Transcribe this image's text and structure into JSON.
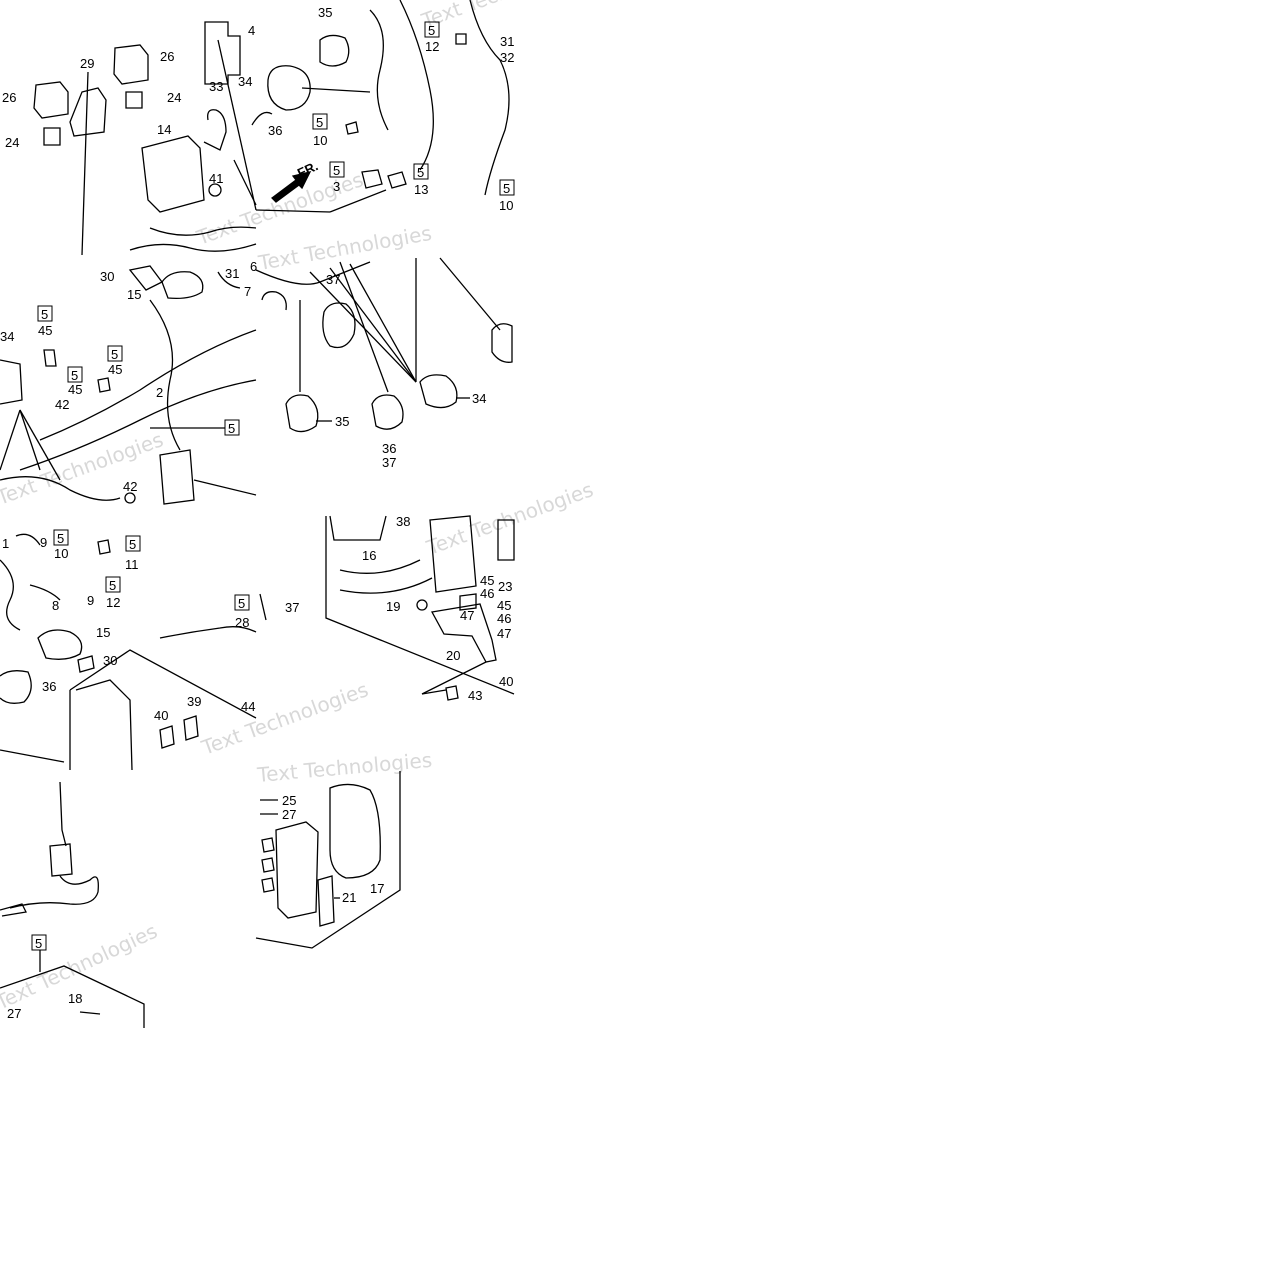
{
  "diagram": {
    "front_marker": "FR.",
    "watermark": "Text Technologies",
    "boxed_digit": "5",
    "labels": {
      "l1": "4",
      "l2": "35",
      "l3": "12",
      "l4": "31",
      "l5": "32",
      "l6": "26",
      "l7": "29",
      "l8": "26",
      "l9": "24",
      "l10": "24",
      "l11": "33",
      "l12": "14",
      "l13": "36",
      "l14": "10",
      "l15": "41",
      "l16": "3",
      "l17": "13",
      "l18": "10",
      "l19": "30",
      "l20": "15",
      "l21": "31",
      "l22": "37",
      "l23": "45",
      "l24": "45",
      "l25": "45",
      "l26": "42",
      "l27": "2",
      "l28": "34",
      "l29": "42",
      "l30": "35",
      "l31": "36",
      "l32": "37",
      "l33": "34",
      "l34": "9",
      "l35": "10",
      "l36": "11",
      "l37": "12",
      "l38": "8",
      "l39": "9",
      "l40": "15",
      "l41": "30",
      "l42": "36",
      "l43": "28",
      "l44": "37",
      "l45": "39",
      "l46": "40",
      "l47": "44",
      "l48": "38",
      "l49": "16",
      "l50": "45",
      "l51": "46",
      "l52": "23",
      "l53": "45",
      "l54": "46",
      "l55": "47",
      "l56": "19",
      "l57": "47",
      "l58": "20",
      "l59": "40",
      "l60": "43",
      "l61": "25",
      "l62": "27",
      "l63": "21",
      "l64": "17",
      "l65": "18",
      "l66": "27",
      "l67": "34",
      "l68": "7",
      "l69": "6",
      "l70": "1"
    }
  }
}
